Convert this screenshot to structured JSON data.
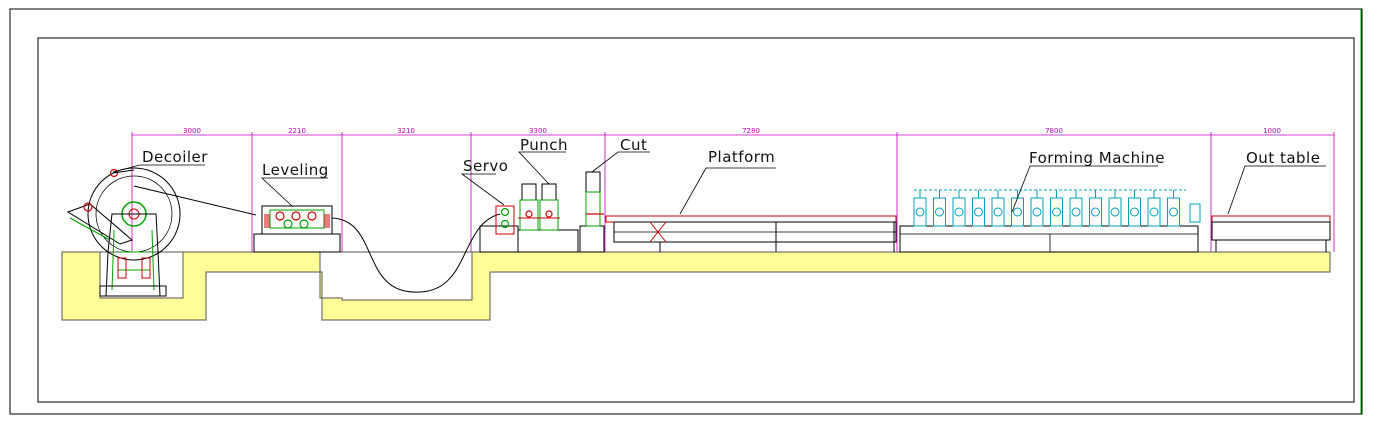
{
  "labels": {
    "decoiler": "Decoiler",
    "leveling": "Leveling",
    "servo": "Servo",
    "punch": "Punch",
    "cut": "Cut",
    "platform": "Platform",
    "forming_machine": "Forming Machine",
    "out_table": "Out table"
  },
  "dimensions": [
    "3000",
    "2210",
    "3210",
    "3300",
    "7280",
    "7800",
    "1000"
  ],
  "colors": {
    "frame": "#000000",
    "dimension": "#c000c0",
    "foundation": "#ffff99",
    "machine_green": "#00a000",
    "machine_red": "#cc0000",
    "machine_cyan": "#00a0c0"
  }
}
